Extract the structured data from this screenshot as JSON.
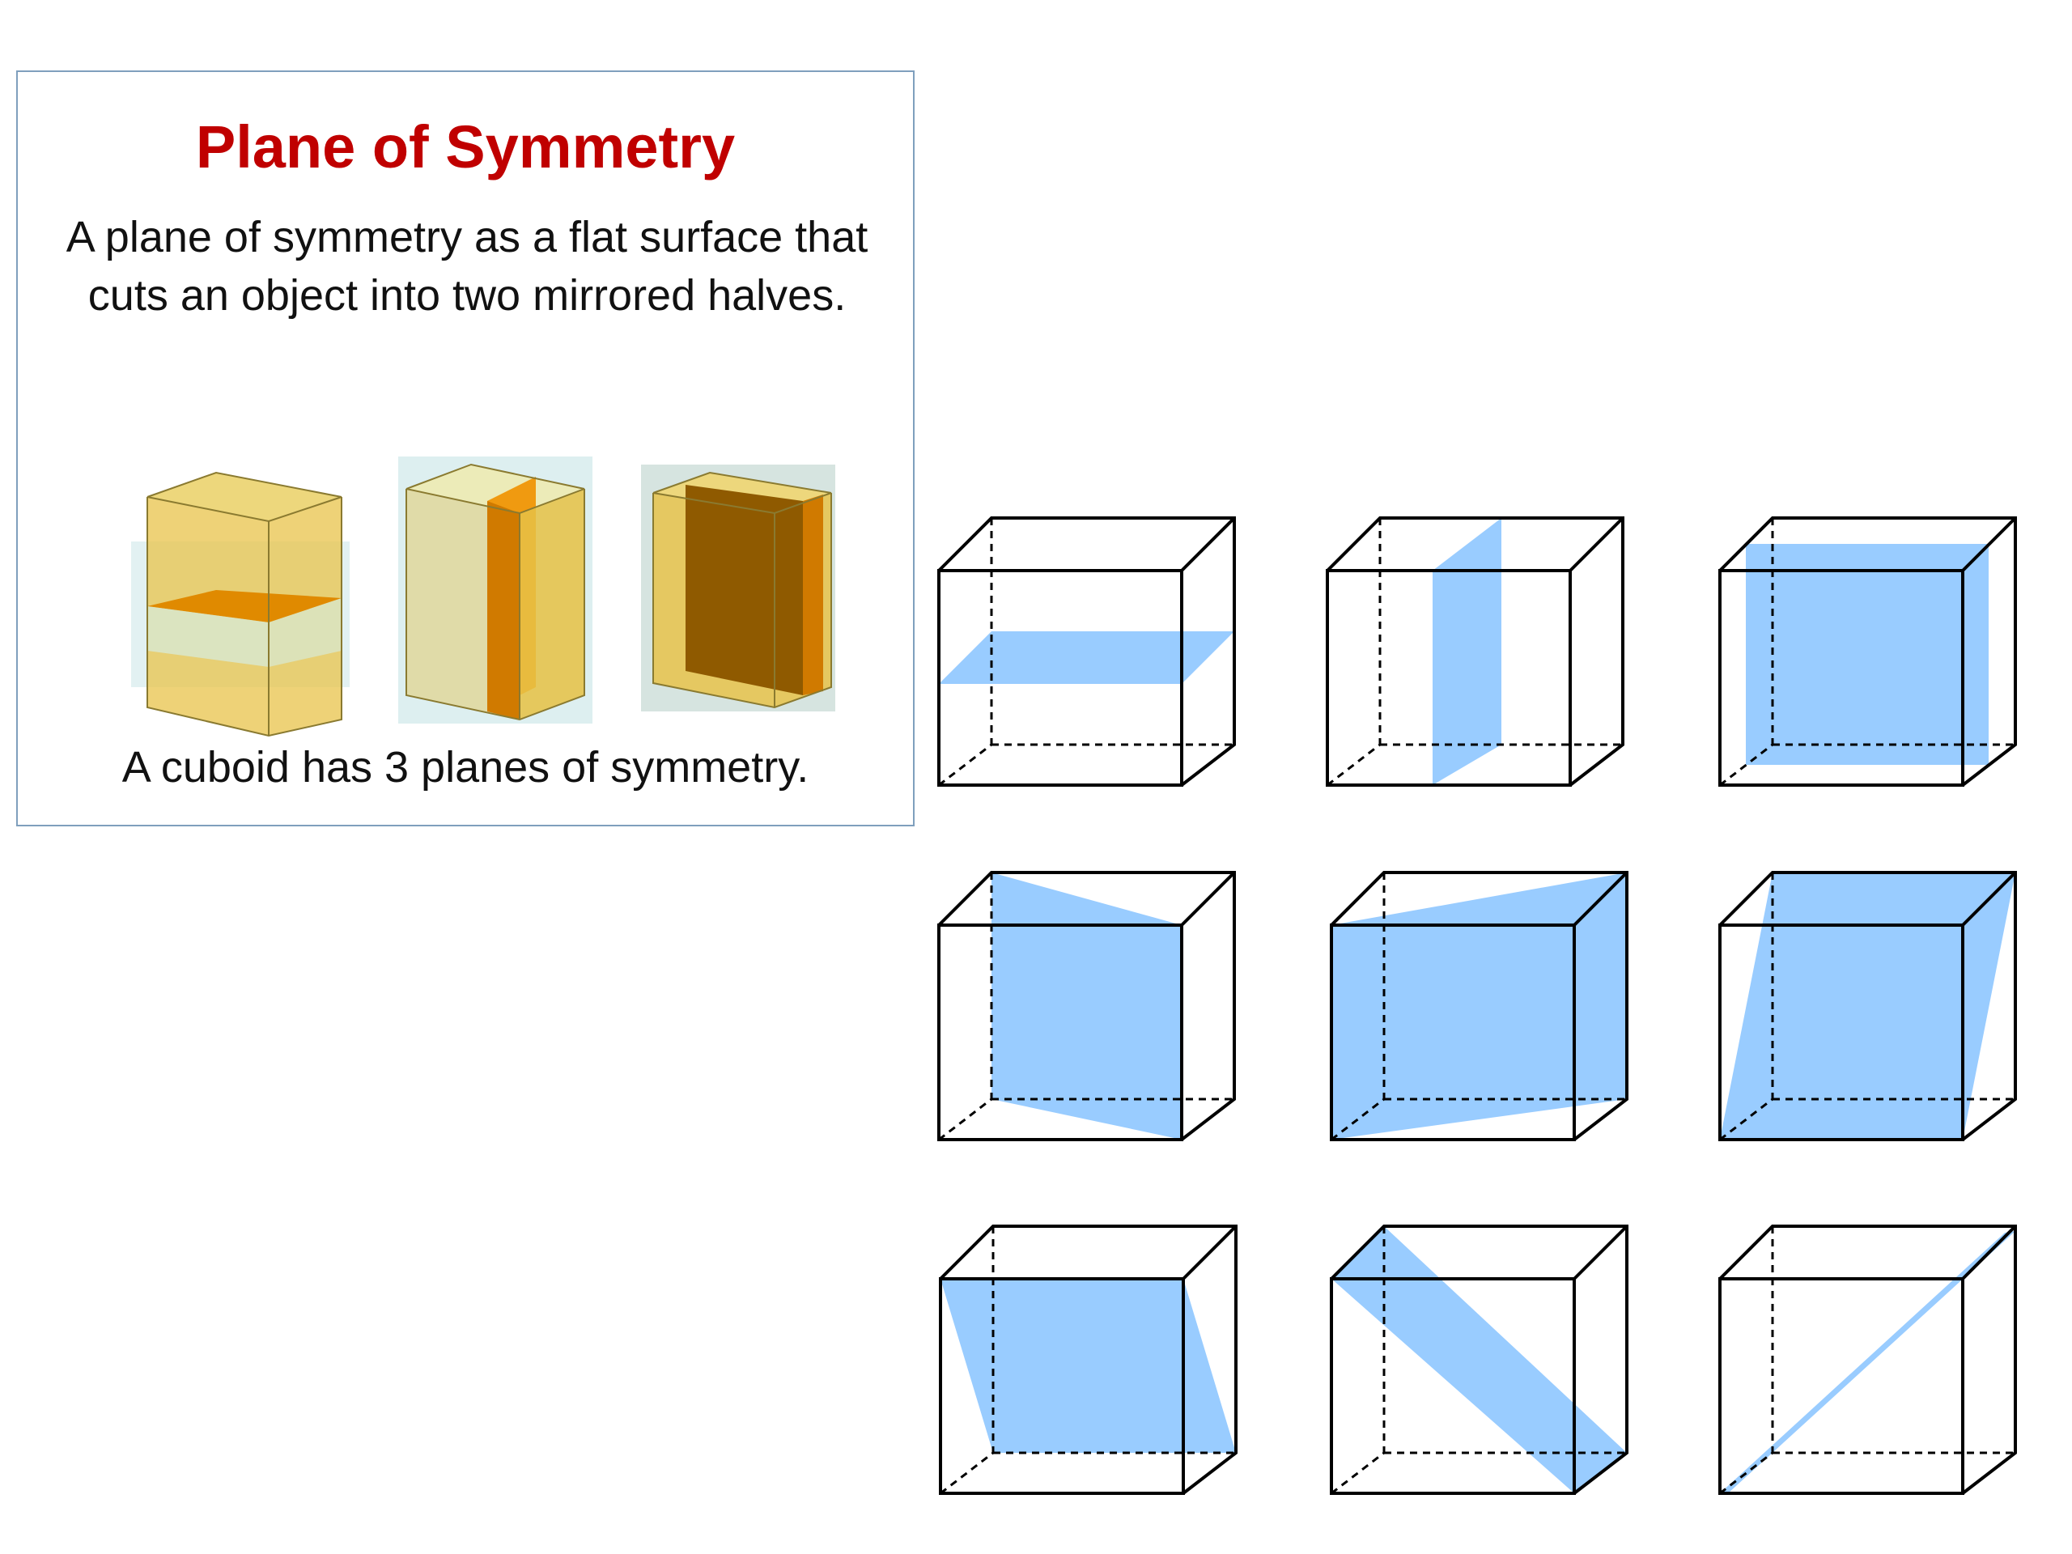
{
  "card": {
    "title": "Plane of Symmetry",
    "description_lines": [
      "A plane of symmetry as a flat surface that",
      "cuts an object into two mirrored halves."
    ],
    "footer": "A cuboid has 3 planes of symmetry."
  },
  "colors": {
    "title": "#c00000",
    "cuboid_body": "#e8c34a",
    "cuboid_plane": "#e08a00",
    "cube_plane": "#99ccff",
    "border": "#7f9fbd"
  },
  "cuboid_examples": [
    {
      "plane": "horizontal"
    },
    {
      "plane": "vertical-side"
    },
    {
      "plane": "vertical-front"
    }
  ],
  "cube_planes": [
    "horizontal-middle",
    "vertical-left-right-middle",
    "vertical-front-back-middle",
    "diagonal-vertical-1",
    "diagonal-vertical-2",
    "diagonal-front-edge-left",
    "diagonal-front-edge-right",
    "diagonal-top-to-bottom",
    "diagonal-corner-line"
  ]
}
